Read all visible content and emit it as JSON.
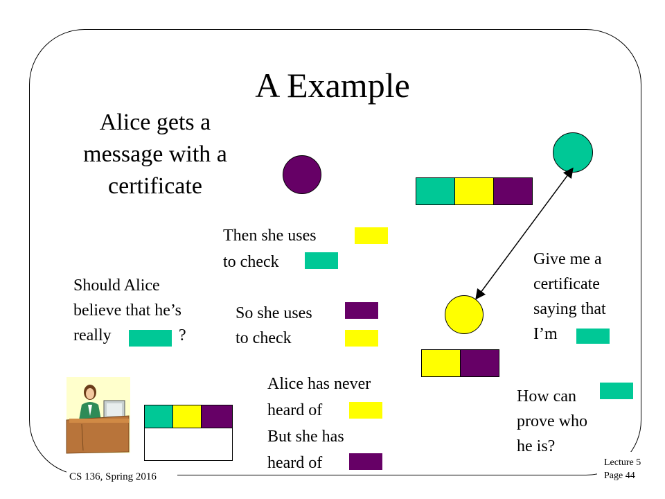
{
  "slide": {
    "title": "A Example",
    "subtitle": "Alice gets a message with a certificate",
    "texts": {
      "then_uses_1": "Then she uses",
      "then_uses_2": "to check",
      "so_uses_1": "So she uses",
      "so_uses_2": "to check",
      "should_1": "Should Alice",
      "should_2": "believe that he’s",
      "should_3": "really",
      "should_q": "?",
      "never_1": "Alice has never",
      "never_2": "heard of",
      "never_3": "But she has",
      "never_4": "heard of",
      "give_1": "Give me a",
      "give_2": "certificate",
      "give_3": "saying that",
      "give_4": "I’m",
      "how_1": "How can",
      "how_2": "prove who",
      "how_3": "he is?"
    },
    "footer_left": "CS 136, Spring 2016",
    "footer_right_1": "Lecture 5",
    "footer_right_2": "Page 44"
  },
  "colors": {
    "teal": "#00c896",
    "yellow": "#ffff00",
    "purple": "#660066"
  },
  "icons": {
    "clipart": "woman-at-desk-with-computer"
  }
}
